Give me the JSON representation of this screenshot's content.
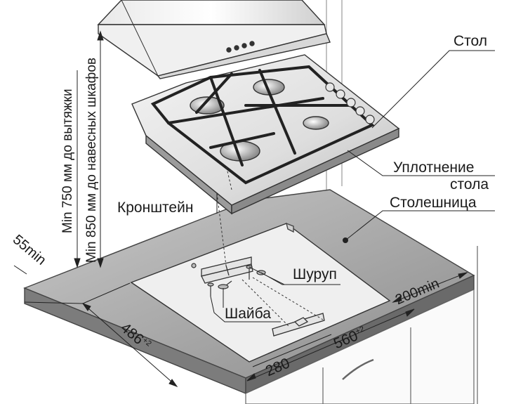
{
  "callouts": {
    "table": "Стол",
    "seal_line1": "Уплотнение",
    "seal_line2": "стола",
    "countertop": "Столешница",
    "bracket": "Кронштейн",
    "screw": "Шуруп",
    "washer": "Шайба"
  },
  "dimensions": {
    "min_hood": "Min 750 мм до вытяжки",
    "min_cabinets": "Min 850 мм до навесных шкафов",
    "front_margin": "55min",
    "depth_value": "486",
    "depth_tolerance": "+2",
    "width_value": "560",
    "width_tolerance": "+2",
    "bracket_offset": "280",
    "side_margin": "200min"
  }
}
